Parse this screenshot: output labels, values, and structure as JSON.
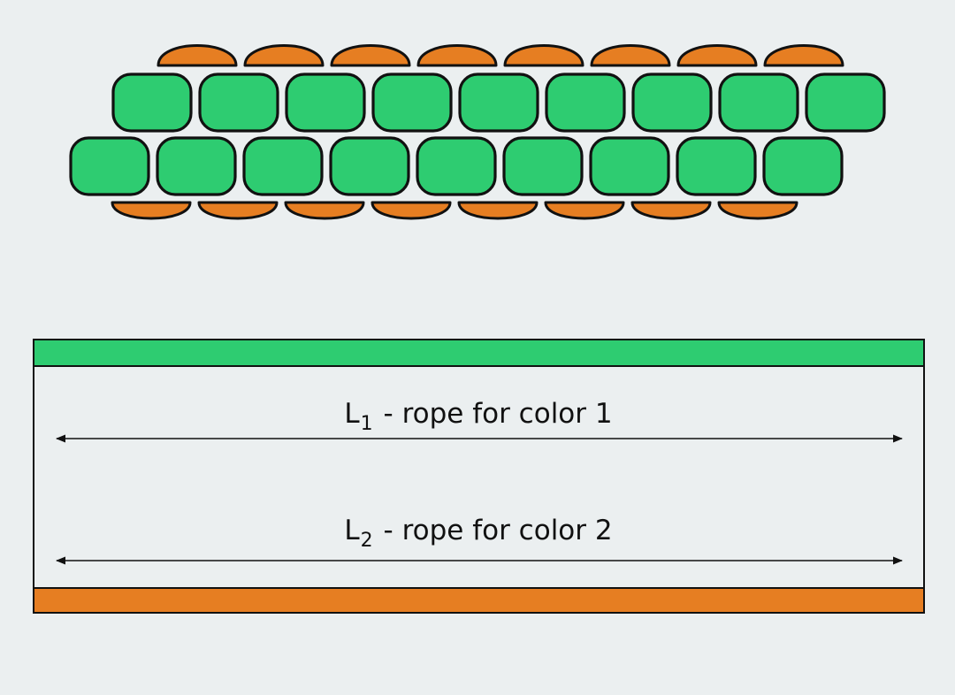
{
  "colors": {
    "background": "#ebeff0",
    "color_1": "#2ecc71",
    "color_2": "#e67e22",
    "outline": "#111111"
  },
  "pattern": {
    "color_2_caps_top": 8,
    "color_1_row_top": 9,
    "color_1_row_bottom": 9,
    "color_2_caps_bottom": 8
  },
  "ropes": [
    {
      "letter": "L",
      "index": "1",
      "text": " - rope for color 1",
      "color_key": "color_1"
    },
    {
      "letter": "L",
      "index": "2",
      "text": " - rope for color 2",
      "color_key": "color_2"
    }
  ]
}
